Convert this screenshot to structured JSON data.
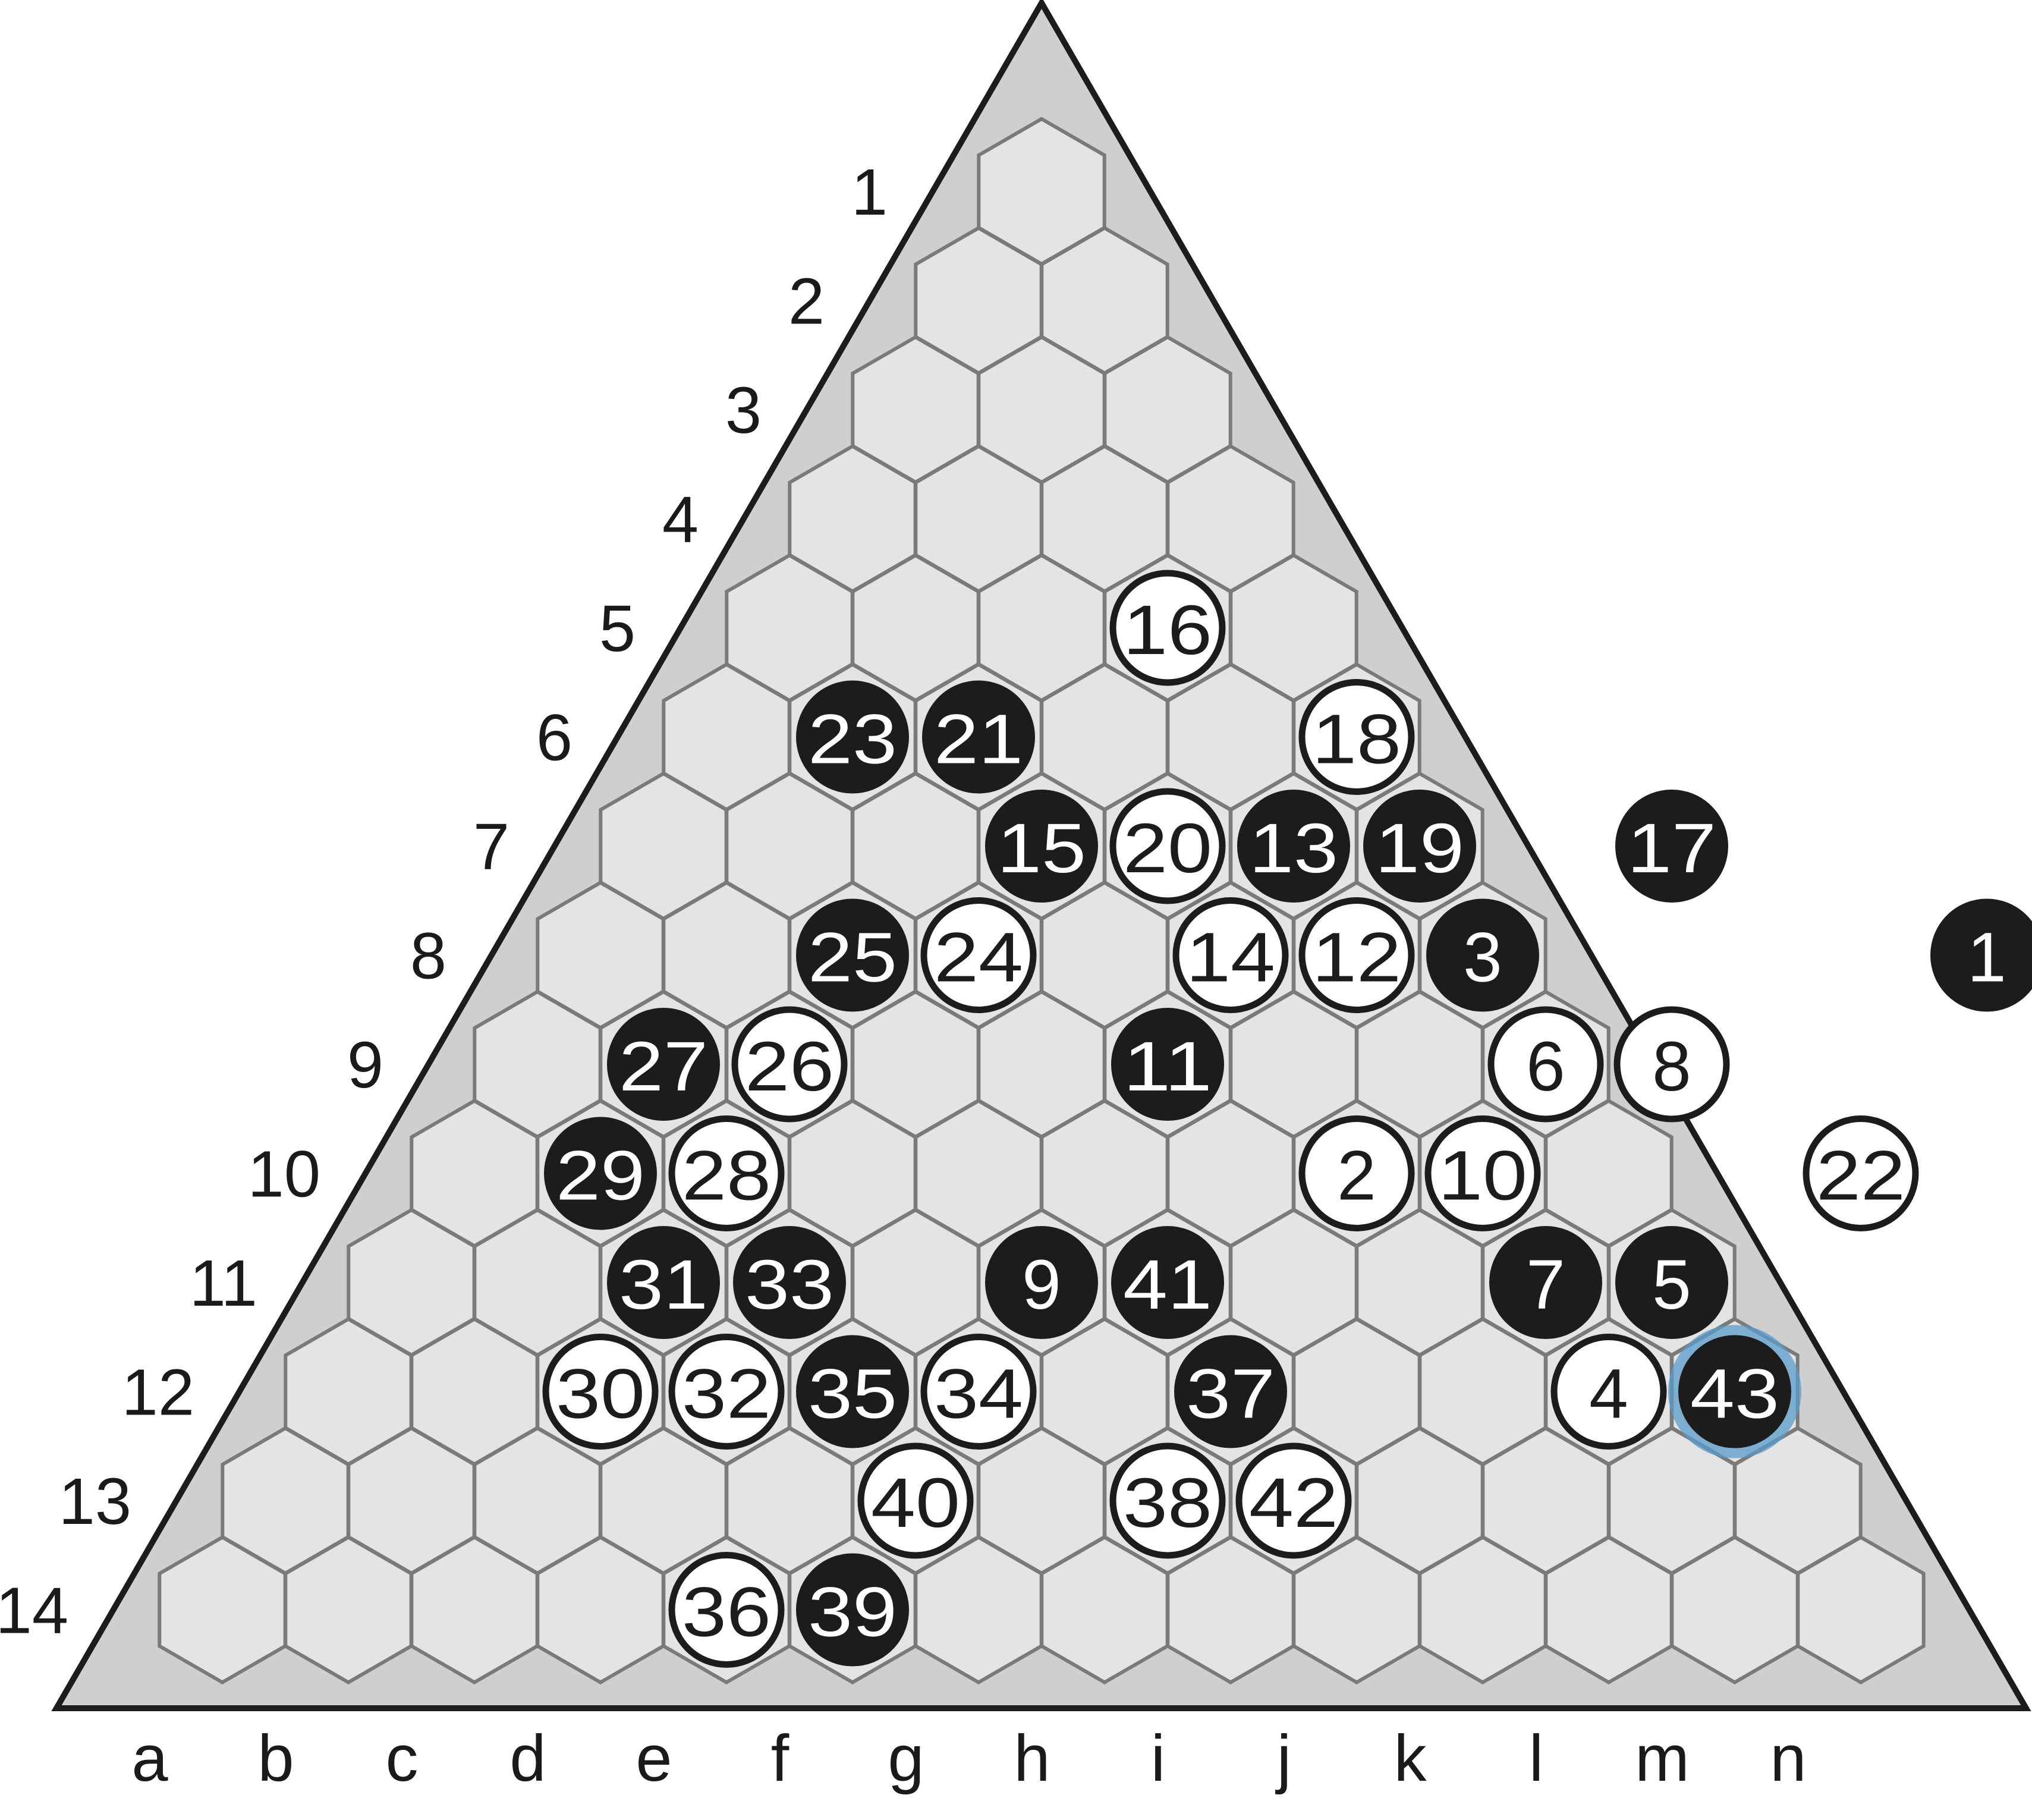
{
  "game": "Y",
  "board": {
    "rows": 14,
    "row_labels": [
      "1",
      "2",
      "3",
      "4",
      "5",
      "6",
      "7",
      "8",
      "9",
      "10",
      "11",
      "12",
      "13",
      "14"
    ],
    "column_labels": [
      "a",
      "b",
      "c",
      "d",
      "e",
      "f",
      "g",
      "h",
      "i",
      "j",
      "k",
      "l",
      "m",
      "n"
    ]
  },
  "colors": {
    "board_background": "#cfcfcf",
    "cell_fill": "#e4e4e4",
    "cell_stroke": "#7a7a7a",
    "black_stone": "#1c1c1c",
    "white_stone": "#ffffff",
    "last_move_highlight": "#5b9bc9"
  },
  "last_move": "43",
  "stones": [
    {
      "move": "1",
      "color": "black",
      "cell": "l8"
    },
    {
      "move": "2",
      "color": "white",
      "cell": "h10"
    },
    {
      "move": "3",
      "color": "black",
      "cell": "h8"
    },
    {
      "move": "4",
      "color": "white",
      "cell": "k12"
    },
    {
      "move": "5",
      "color": "black",
      "cell": "k11"
    },
    {
      "move": "6",
      "color": "white",
      "cell": "i9"
    },
    {
      "move": "7",
      "color": "black",
      "cell": "j11"
    },
    {
      "move": "8",
      "color": "white",
      "cell": "j9"
    },
    {
      "move": "9",
      "color": "black",
      "cell": "f11"
    },
    {
      "move": "10",
      "color": "white",
      "cell": "i10"
    },
    {
      "move": "11",
      "color": "black",
      "cell": "f9"
    },
    {
      "move": "12",
      "color": "white",
      "cell": "g8"
    },
    {
      "move": "13",
      "color": "black",
      "cell": "f7"
    },
    {
      "move": "14",
      "color": "white",
      "cell": "f8"
    },
    {
      "move": "15",
      "color": "black",
      "cell": "d7"
    },
    {
      "move": "16",
      "color": "white",
      "cell": "d5"
    },
    {
      "move": "17",
      "color": "black",
      "cell": "i7"
    },
    {
      "move": "18",
      "color": "white",
      "cell": "f6"
    },
    {
      "move": "19",
      "color": "black",
      "cell": "g7"
    },
    {
      "move": "20",
      "color": "white",
      "cell": "e7"
    },
    {
      "move": "21",
      "color": "black",
      "cell": "c6"
    },
    {
      "move": "22",
      "color": "white",
      "cell": "l10"
    },
    {
      "move": "23",
      "color": "black",
      "cell": "b6"
    },
    {
      "move": "24",
      "color": "white",
      "cell": "d8"
    },
    {
      "move": "25",
      "color": "black",
      "cell": "c8"
    },
    {
      "move": "26",
      "color": "white",
      "cell": "c9"
    },
    {
      "move": "27",
      "color": "black",
      "cell": "b9"
    },
    {
      "move": "28",
      "color": "white",
      "cell": "c10"
    },
    {
      "move": "29",
      "color": "black",
      "cell": "b10"
    },
    {
      "move": "30",
      "color": "white",
      "cell": "c12"
    },
    {
      "move": "31",
      "color": "black",
      "cell": "c11"
    },
    {
      "move": "32",
      "color": "white",
      "cell": "d12"
    },
    {
      "move": "33",
      "color": "black",
      "cell": "d11"
    },
    {
      "move": "34",
      "color": "white",
      "cell": "f12"
    },
    {
      "move": "35",
      "color": "black",
      "cell": "e12"
    },
    {
      "move": "36",
      "color": "white",
      "cell": "e14"
    },
    {
      "move": "37",
      "color": "black",
      "cell": "h12"
    },
    {
      "move": "38",
      "color": "white",
      "cell": "h13"
    },
    {
      "move": "39",
      "color": "black",
      "cell": "f14"
    },
    {
      "move": "40",
      "color": "white",
      "cell": "f13"
    },
    {
      "move": "41",
      "color": "black",
      "cell": "g11"
    },
    {
      "move": "42",
      "color": "white",
      "cell": "i13"
    },
    {
      "move": "43",
      "color": "black",
      "cell": "l12"
    }
  ]
}
